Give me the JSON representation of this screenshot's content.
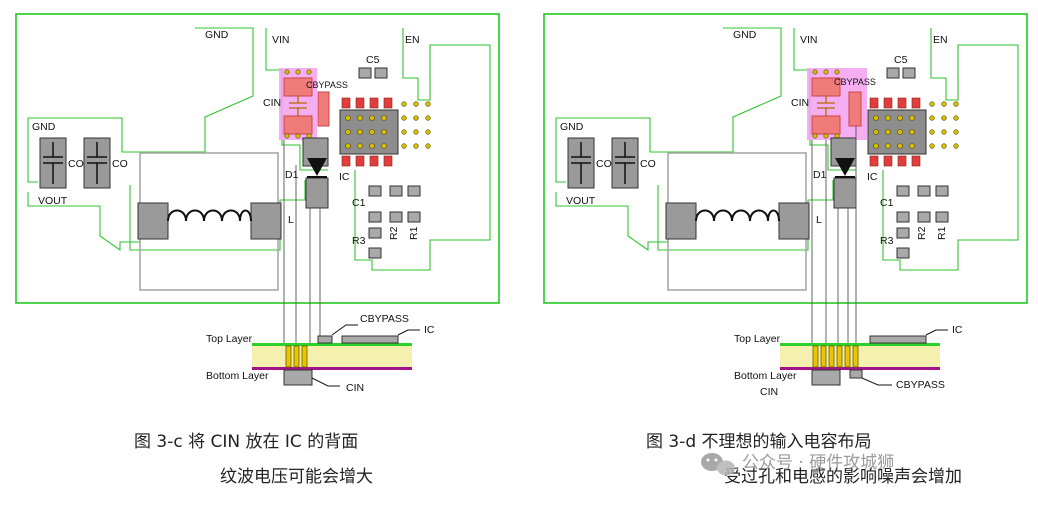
{
  "labels": {
    "gnd_top": "GND",
    "vin": "VIN",
    "en": "EN",
    "c5": "C5",
    "cbypass": "CBYPASS",
    "cin": "CIN",
    "gnd_left": "GND",
    "co": "CO",
    "vout": "VOUT",
    "d1": "D1",
    "ic": "IC",
    "c1": "C1",
    "l": "L",
    "r3": "R3",
    "r2": "R2",
    "r1": "R1",
    "top_layer": "Top Layer",
    "bottom_layer": "Bottom Layer"
  },
  "captions": {
    "left_line1": "图  3-c    将 CIN 放在 IC 的背面",
    "left_line2": "纹波电压可能会增大",
    "right_line1": "图  3-d    不理想的输入电容布局",
    "right_line2": "受过孔和电感的影响噪声会增加"
  },
  "watermark": "公众号 · 硬件攻城狮",
  "colors": {
    "board_outline": "#22c922",
    "copper_top": "#2ad12a",
    "copper_bottom": "#a2128a",
    "substrate": "#f5efb0",
    "via": "#e9c700",
    "highlight_pink": "#f2a0ef",
    "highlight_red": "#f07b7b"
  }
}
